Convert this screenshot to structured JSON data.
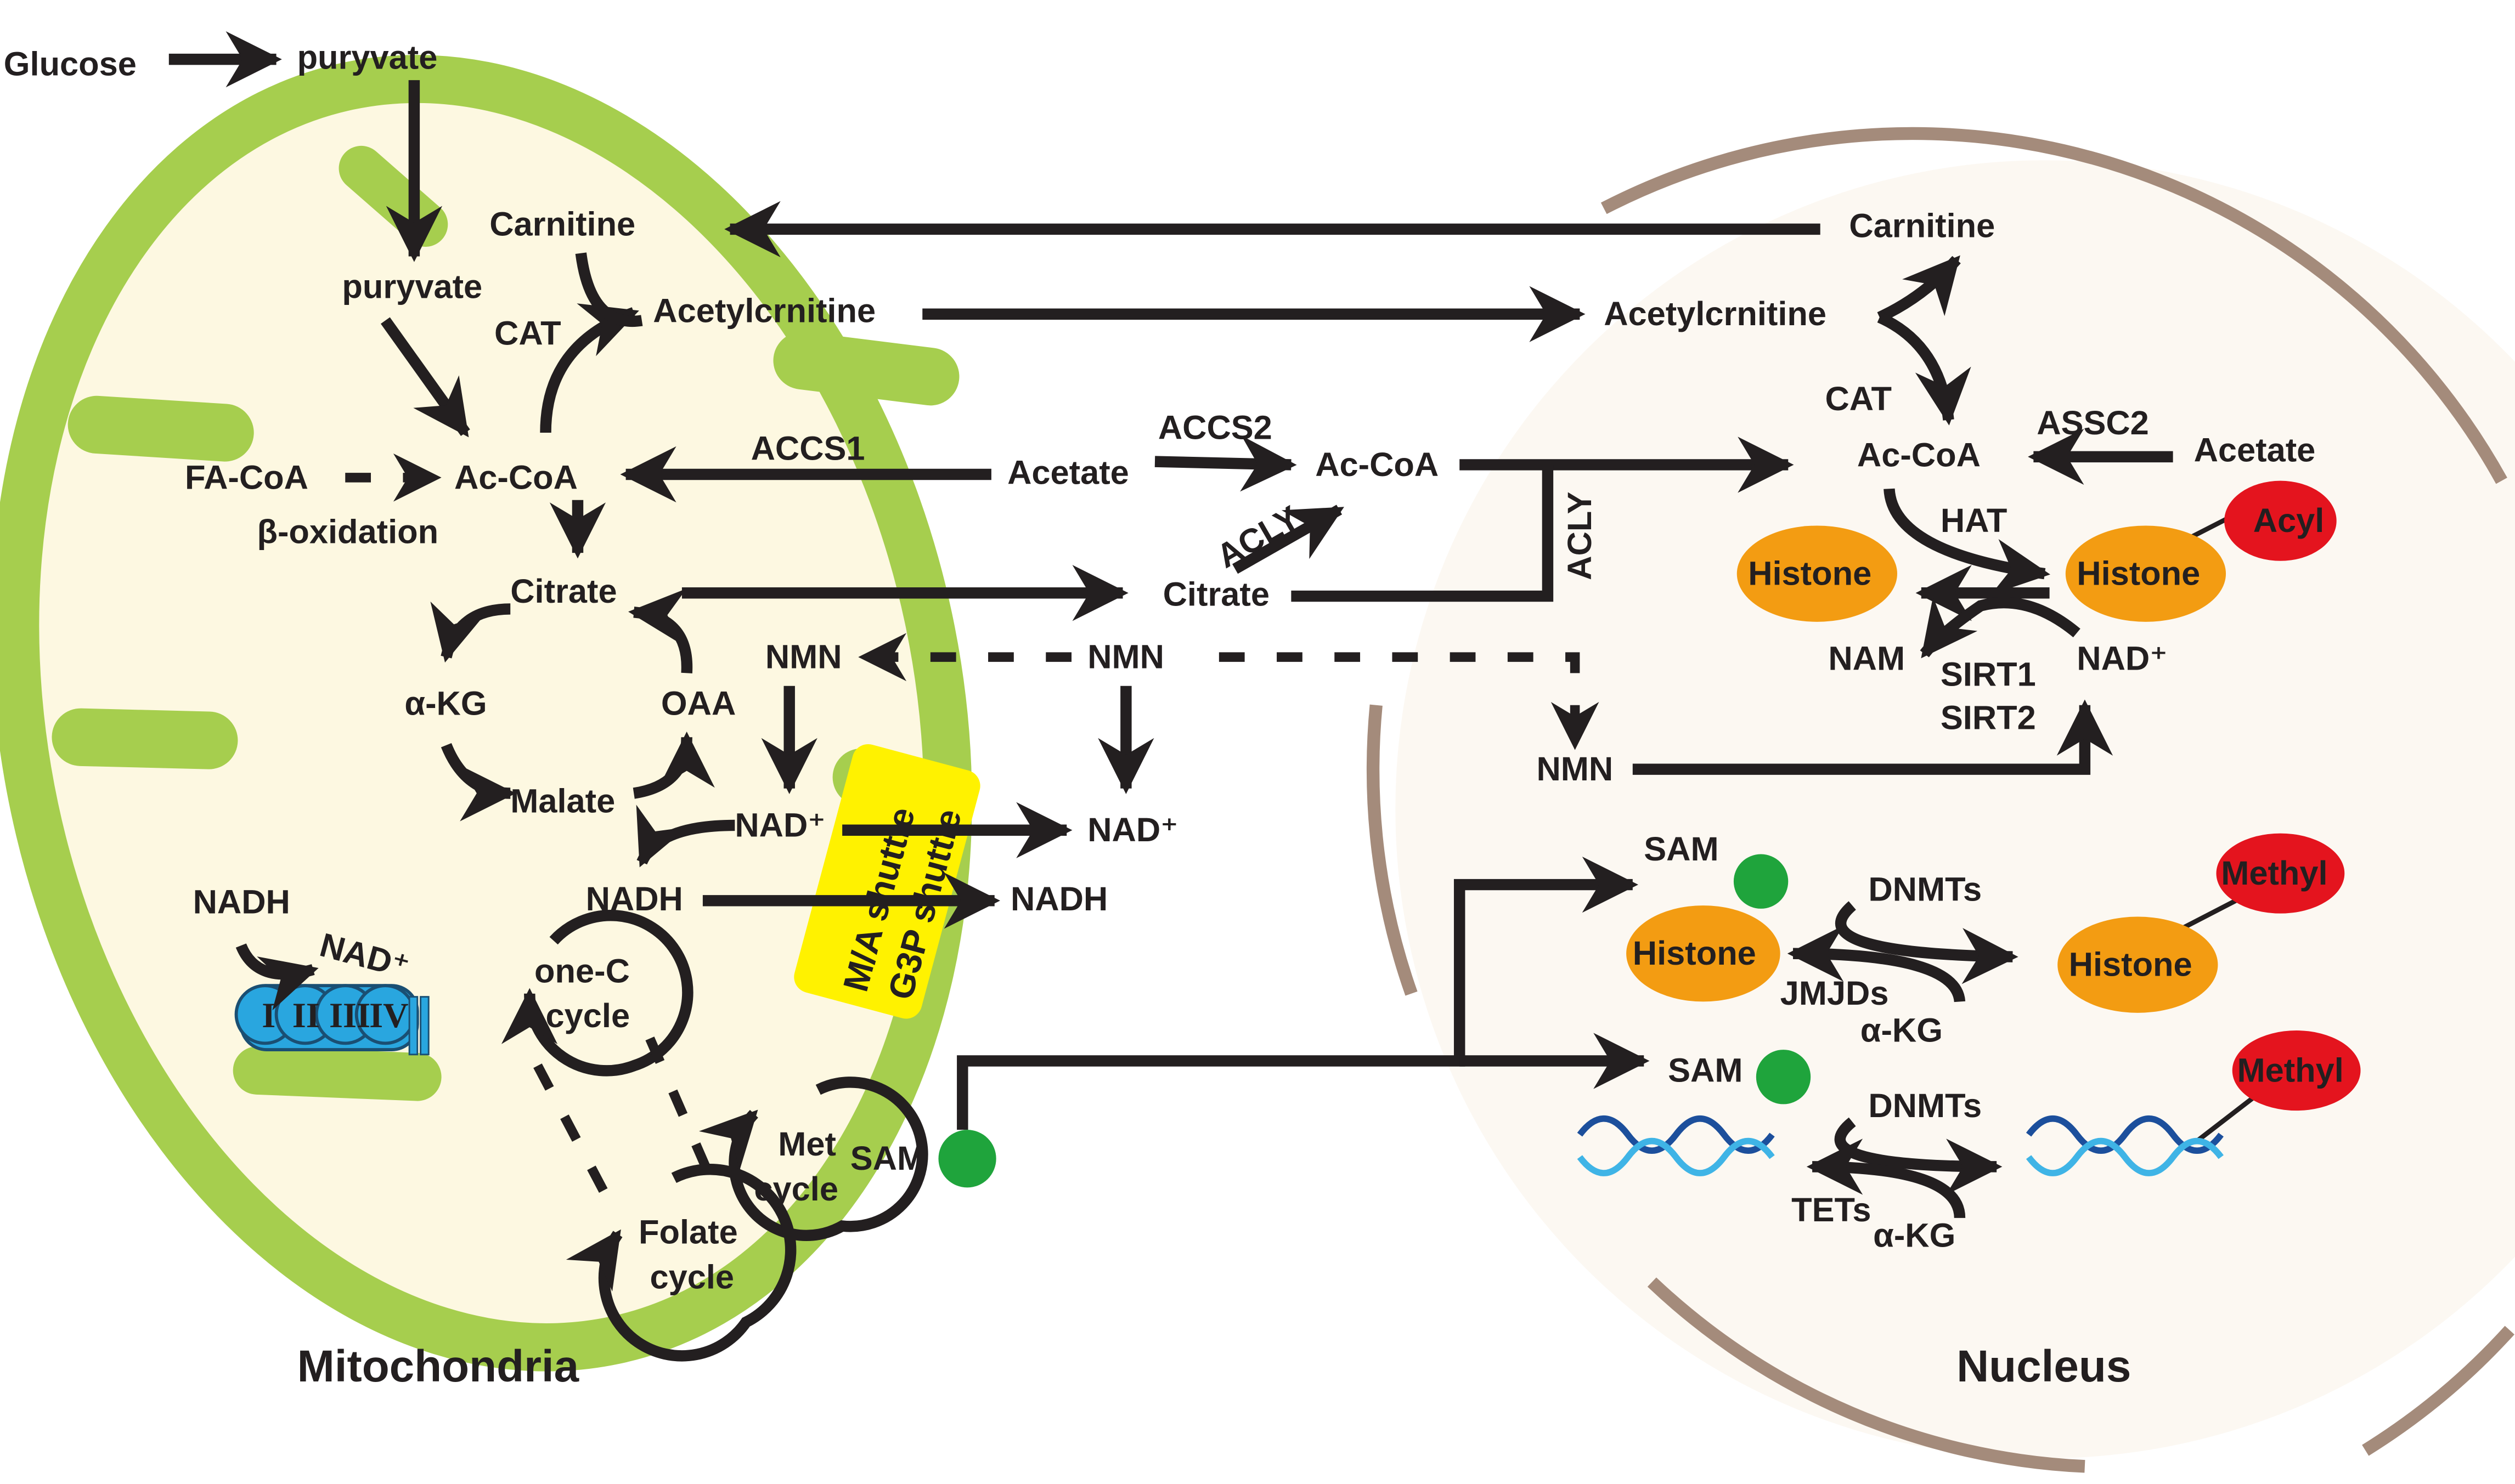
{
  "regions": {
    "mitochondria": "Mitochondria",
    "nucleus": "Nucleus"
  },
  "colors": {
    "mito_membrane": "#a6ce4e",
    "mito_inner": "#fdf8e1",
    "nucleus_fill": "#fcf8f2",
    "nucleus_border": "#a48b7b",
    "histone": "#f39c12",
    "mark": "#e4141e",
    "sam": "#1fa43c",
    "shuttle": "#fff200",
    "complex": "#29a6df",
    "dna_dark": "#1c4f9c",
    "dna_light": "#3fb4e6"
  },
  "top": {
    "glucose": "Glucose",
    "puryvate_out": "puryvate"
  },
  "mito": {
    "puryvate": "puryvate",
    "carnitine": "Carnitine",
    "cat": "CAT",
    "acetylcarnitine": "Acetylcrnitine",
    "fa_coa": "FA-CoA",
    "beta_ox": "β-oxidation",
    "ac_coa": "Ac-CoA",
    "citrate": "Citrate",
    "akg": "α-KG",
    "oaa": "OAA",
    "malate": "Malate",
    "nmn": "NMN",
    "nad": "NAD⁺",
    "nadh": "NADH",
    "one_c_1": "one-C",
    "one_c_2": "cycle",
    "nadh_chain": "NADH",
    "nad_chain": "NAD⁺",
    "complex_labels": [
      "I",
      "II",
      "III",
      "IV"
    ],
    "shuttle_1": "M/A shuttle",
    "shuttle_2": "G3P shuttle",
    "met_1": "Met",
    "met_2": "cycle",
    "folate_1": "Folate",
    "folate_2": "cycle",
    "sam": "SAM"
  },
  "cyto": {
    "accs1": "ACCS1",
    "acetate": "Acetate",
    "accs2": "ACCS2",
    "ac_coa": "Ac-CoA",
    "acly_1": "ACLY",
    "acly_2": "ACLY",
    "citrate": "Citrate",
    "nmn": "NMN",
    "nad": "NAD⁺",
    "nadh": "NADH"
  },
  "nucleus": {
    "carnitine": "Carnitine",
    "acetylcarnitine": "Acetylcrnitine",
    "cat": "CAT",
    "assc2": "ASSC2",
    "acetate": "Acetate",
    "ac_coa": "Ac-CoA",
    "hat": "HAT",
    "histone_1": "Histone",
    "histone_2": "Histone",
    "acyl": "Acyl",
    "nam": "NAM",
    "nad": "NAD⁺",
    "sirt1": "SIRT1",
    "sirt2": "SIRT2",
    "nmn": "NMN",
    "sam_1": "SAM",
    "histone_3": "Histone",
    "dnmts_1": "DNMTs",
    "jmjds": "JMJDs",
    "akg_1": "α-KG",
    "histone_4": "Histone",
    "methyl_1": "Methyl",
    "sam_2": "SAM",
    "dnmts_2": "DNMTs",
    "tets": "TETs",
    "akg_2": "α-KG",
    "methyl_2": "Methyl"
  }
}
